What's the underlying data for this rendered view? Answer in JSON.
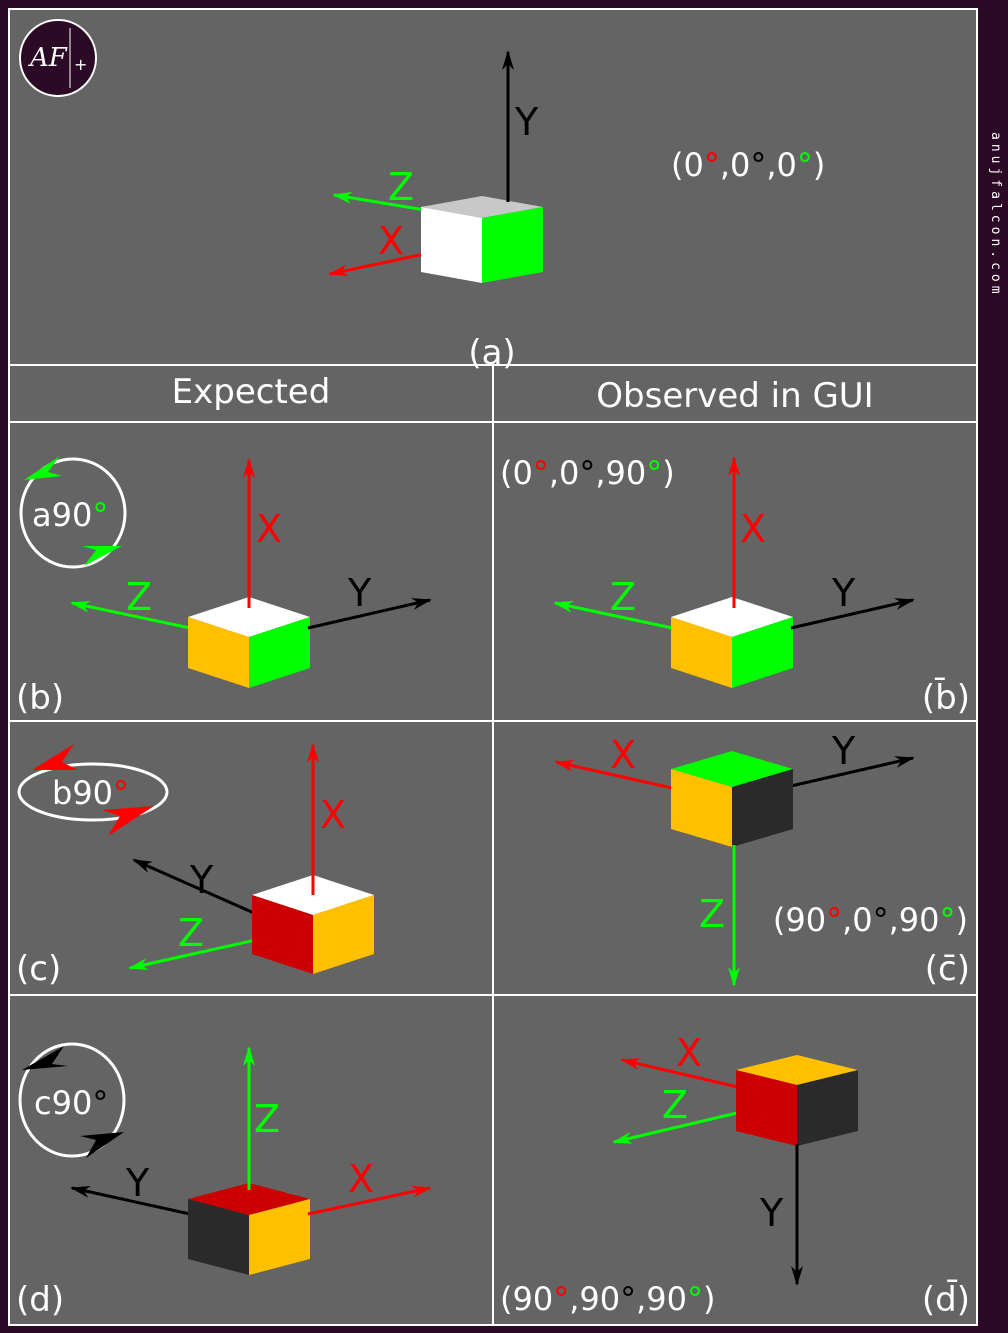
{
  "watermark": {
    "logo_text": "AF",
    "logo_plus": "+",
    "side_text": "anujfalcon.com"
  },
  "colors": {
    "background": "#646464",
    "border": "#2a0a24",
    "grid_line": "#ffffff",
    "x_axis": "#ff0000",
    "y_axis": "#000000",
    "z_axis": "#00ff00",
    "face_white": "#ffffff",
    "face_light_gray": "#c8c8c8",
    "face_green": "#00ff00",
    "face_yellow": "#ffc000",
    "face_red": "#cc0000",
    "face_dark": "#2a2a2a"
  },
  "headers": {
    "expected": "Expected",
    "observed": "Observed in GUI"
  },
  "panel_a": {
    "label": "(a)",
    "angle": {
      "open": "(",
      "v1": "0",
      "sep1": ",",
      "v2": "0",
      "sep2": ",",
      "v3": "0",
      "close": ")",
      "deg": "°"
    },
    "axes": {
      "x": "X",
      "y": "Y",
      "z": "Z"
    }
  },
  "panel_b": {
    "label": "(b)",
    "rotation": "a90",
    "deg": "°",
    "axes": {
      "x": "X",
      "y": "Y",
      "z": "Z"
    }
  },
  "panel_b_obs": {
    "label": "(b̄)",
    "angle": {
      "open": "(",
      "v1": "0",
      "sep1": ",",
      "v2": "0",
      "sep2": ",",
      "v3": "90",
      "close": ")",
      "deg": "°"
    },
    "axes": {
      "x": "X",
      "y": "Y",
      "z": "Z"
    }
  },
  "panel_c": {
    "label": "(c)",
    "rotation": "b90",
    "deg": "°",
    "axes": {
      "x": "X",
      "y": "Y",
      "z": "Z"
    }
  },
  "panel_c_obs": {
    "label": "(c̄)",
    "angle": {
      "open": "(",
      "v1": "90",
      "sep1": ",",
      "v2": "0",
      "sep2": ",",
      "v3": "90",
      "close": ")",
      "deg": "°"
    },
    "axes": {
      "x": "X",
      "y": "Y",
      "z": "Z"
    }
  },
  "panel_d": {
    "label": "(d)",
    "rotation": "c90",
    "deg": "°",
    "axes": {
      "x": "X",
      "y": "Y",
      "z": "Z"
    }
  },
  "panel_d_obs": {
    "label": "(d̄)",
    "angle": {
      "open": "(",
      "v1": "90",
      "sep1": ",",
      "v2": "90",
      "sep2": ",",
      "v3": "90",
      "close": ")",
      "deg": "°"
    },
    "axes": {
      "x": "X",
      "y": "Y",
      "z": "Z"
    }
  }
}
